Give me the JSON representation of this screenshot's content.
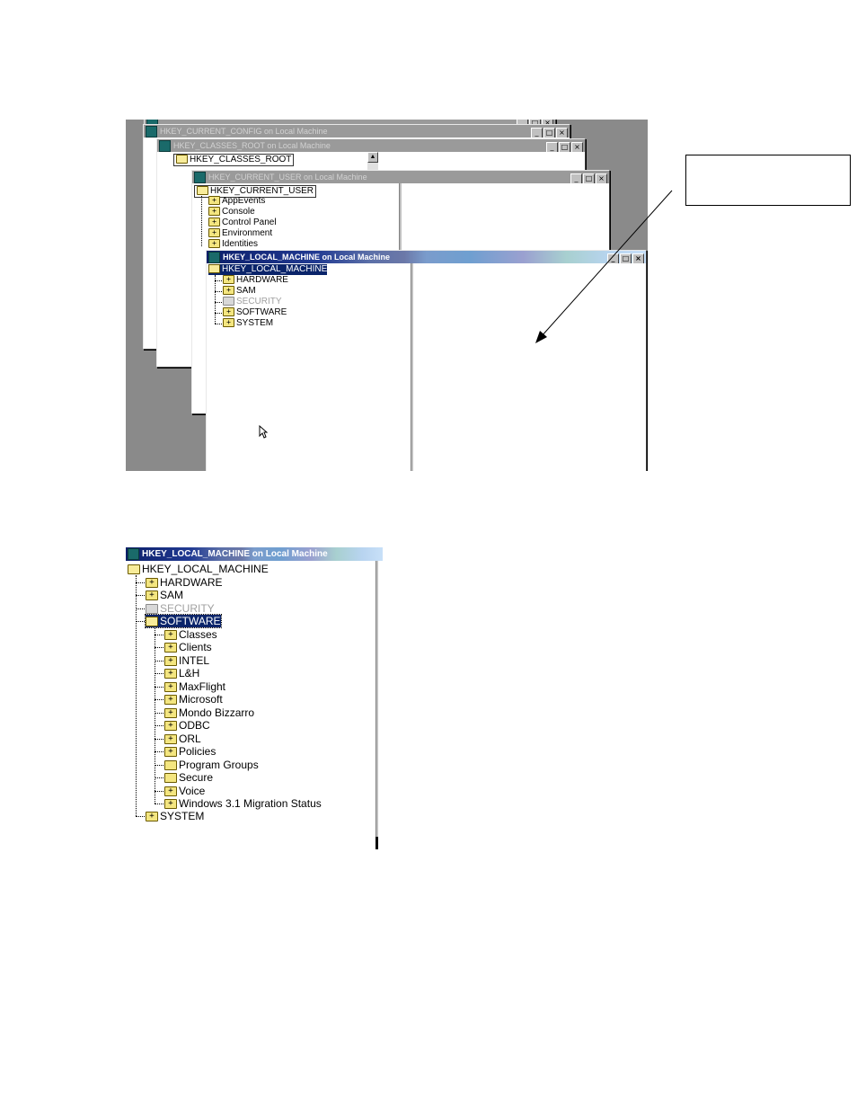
{
  "screenshot1": {
    "window_back": {
      "title": ""
    },
    "window_config": {
      "title": "HKEY_CURRENT_CONFIG on Local Machine"
    },
    "window_classes": {
      "title": "HKEY_CLASSES_ROOT on Local Machine",
      "root": "HKEY_CLASSES_ROOT"
    },
    "window_user": {
      "title": "HKEY_CURRENT_USER on Local Machine",
      "root": "HKEY_CURRENT_USER",
      "items": [
        "AppEvents",
        "Console",
        "Control Panel",
        "Environment",
        "Identities"
      ]
    },
    "window_local": {
      "title": "HKEY_LOCAL_MACHINE on Local Machine",
      "root": "HKEY_LOCAL_MACHINE",
      "items": [
        "HARDWARE",
        "SAM",
        "SECURITY",
        "SOFTWARE",
        "SYSTEM"
      ]
    },
    "window_buttons": {
      "minimize": "_",
      "maximize": "□",
      "close": "×"
    }
  },
  "annotation": {
    "text": ""
  },
  "screenshot2": {
    "title": "HKEY_LOCAL_MACHINE on Local Machine",
    "root": "HKEY_LOCAL_MACHINE",
    "top_items": [
      "HARDWARE",
      "SAM",
      "SECURITY",
      "SOFTWARE"
    ],
    "software_items": [
      "Classes",
      "Clients",
      "INTEL",
      "L&H",
      "MaxFlight",
      "Microsoft",
      "Mondo Bizzarro",
      "ODBC",
      "ORL",
      "Policies",
      "Program Groups",
      "Secure",
      "Voice",
      "Windows 3.1 Migration Status"
    ],
    "last_item": "SYSTEM"
  }
}
